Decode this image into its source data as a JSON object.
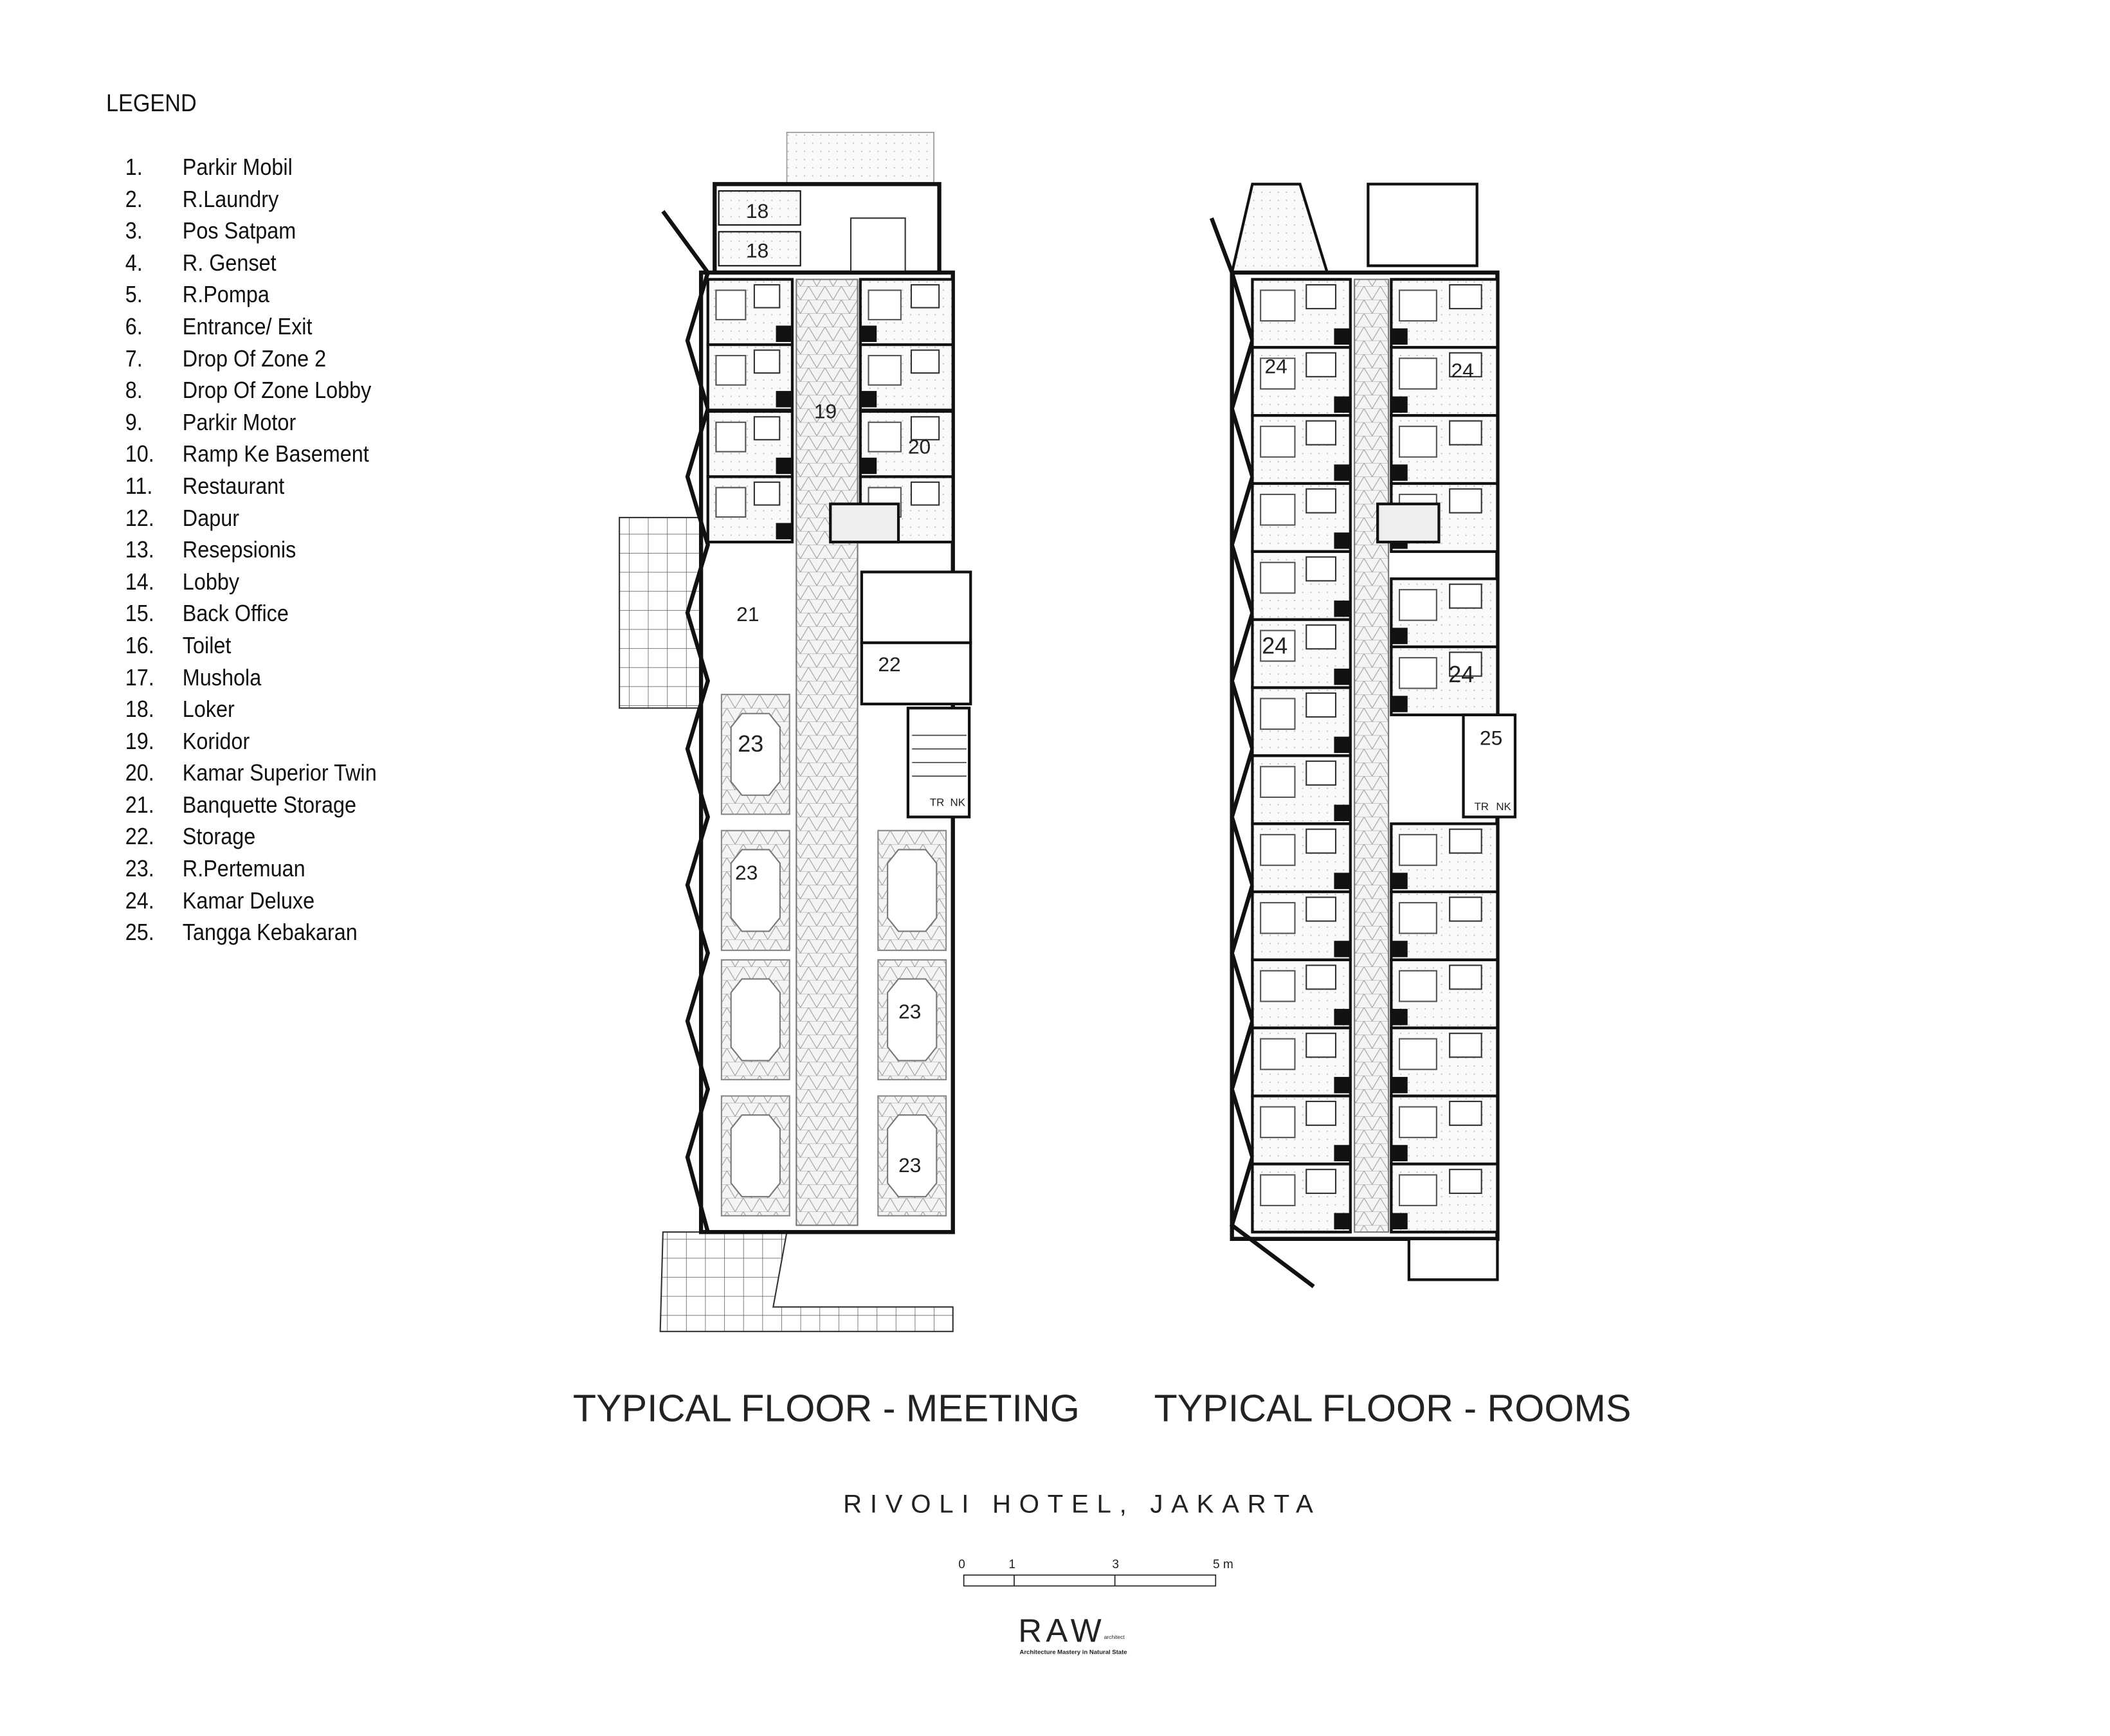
{
  "legend": {
    "title": "LEGEND",
    "items": [
      {
        "num": "1.",
        "label": "Parkir Mobil"
      },
      {
        "num": "2.",
        "label": "R.Laundry"
      },
      {
        "num": "3.",
        "label": "Pos Satpam"
      },
      {
        "num": "4.",
        "label": "R. Genset"
      },
      {
        "num": "5.",
        "label": "R.Pompa"
      },
      {
        "num": "6.",
        "label": "Entrance/  Exit"
      },
      {
        "num": "7.",
        "label": "Drop Of Zone 2"
      },
      {
        "num": "8.",
        "label": "Drop Of Zone Lobby"
      },
      {
        "num": "9.",
        "label": "Parkir Motor"
      },
      {
        "num": "10.",
        "label": "Ramp Ke Basement"
      },
      {
        "num": "11.",
        "label": "Restaurant"
      },
      {
        "num": "12.",
        "label": "Dapur"
      },
      {
        "num": "13.",
        "label": "Resepsionis"
      },
      {
        "num": "14.",
        "label": "Lobby"
      },
      {
        "num": "15.",
        "label": "Back Office"
      },
      {
        "num": "16.",
        "label": "Toilet"
      },
      {
        "num": "17.",
        "label": "Mushola"
      },
      {
        "num": "18.",
        "label": "Loker"
      },
      {
        "num": "19.",
        "label": "Koridor"
      },
      {
        "num": "20.",
        "label": "Kamar Superior Twin"
      },
      {
        "num": "21.",
        "label": "Banquette Storage"
      },
      {
        "num": "22.",
        "label": "Storage"
      },
      {
        "num": "23.",
        "label": "R.Pertemuan"
      },
      {
        "num": "24.",
        "label": "Kamar Deluxe"
      },
      {
        "num": "25.",
        "label": "Tangga Kebakaran"
      }
    ]
  },
  "plans": {
    "meeting": {
      "title": "TYPICAL FLOOR - MEETING",
      "labels": [
        "18",
        "18",
        "19",
        "20",
        "21",
        "22",
        "23",
        "23",
        "23",
        "23"
      ],
      "stair_marks": [
        "TR",
        "NK"
      ]
    },
    "rooms": {
      "title": "TYPICAL FLOOR - ROOMS",
      "labels": [
        "24",
        "24",
        "24",
        "24",
        "25"
      ],
      "stair_marks": [
        "TR",
        "NK"
      ]
    }
  },
  "project_title": "RIVOLI HOTEL, JAKARTA",
  "scale_bar": {
    "ticks": [
      "0",
      "1",
      "3",
      "5 m"
    ]
  },
  "logo": {
    "text": "RAW",
    "sub": "Architecture Mastery in Natural State",
    "mark": "architect"
  }
}
